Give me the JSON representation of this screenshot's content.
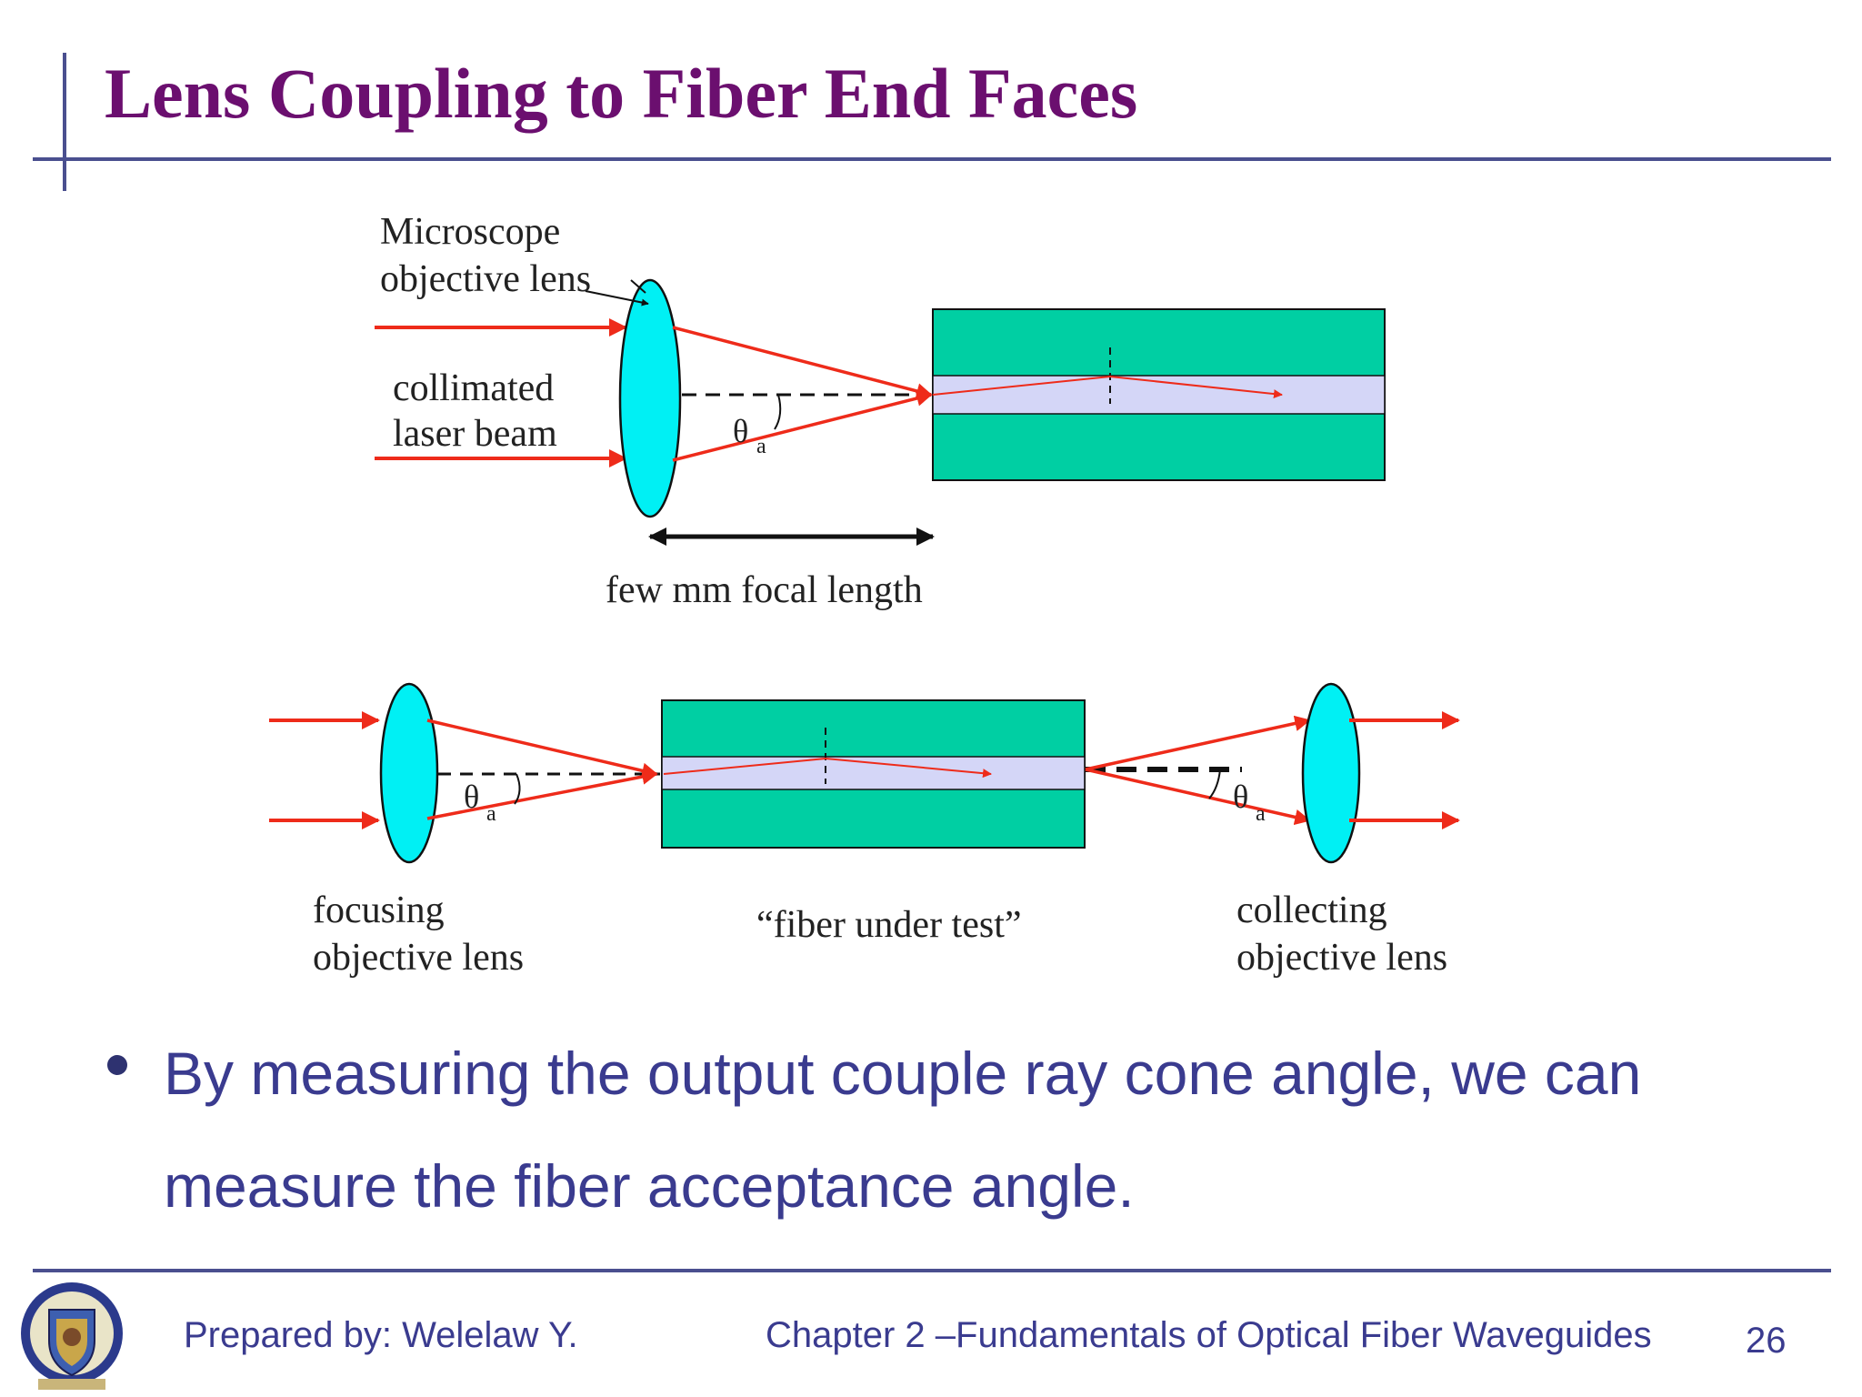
{
  "slide": {
    "title": "Lens Coupling to Fiber End Faces",
    "bullet": "By measuring the output couple ray cone angle, we can measure the fiber acceptance angle."
  },
  "diagram": {
    "top": {
      "lens_label_line1": "Microscope",
      "lens_label_line2": "objective lens",
      "beam_label_line1": "collimated",
      "beam_label_line2": "laser beam",
      "angle_symbol": "θ",
      "angle_subscript": "a",
      "focal_label": "few mm focal length"
    },
    "bottom": {
      "left_label_line1": "focusing",
      "left_label_line2": "objective lens",
      "mid_label": "“fiber under test”",
      "right_label_line1": "collecting",
      "right_label_line2": "objective lens",
      "angle_symbol": "θ",
      "angle_subscript": "a"
    },
    "colors": {
      "cladding": "#00cfa3",
      "core": "#d4d6f7",
      "lens": "#00f0f4",
      "ray": "#ee2b1a"
    }
  },
  "footer": {
    "prepared_by": "Prepared by: Welelaw Y.",
    "chapter": "Chapter 2 –Fundamentals of Optical Fiber Waveguides",
    "page_number": "26"
  },
  "icons": {
    "logo": "university-crest-logo"
  }
}
